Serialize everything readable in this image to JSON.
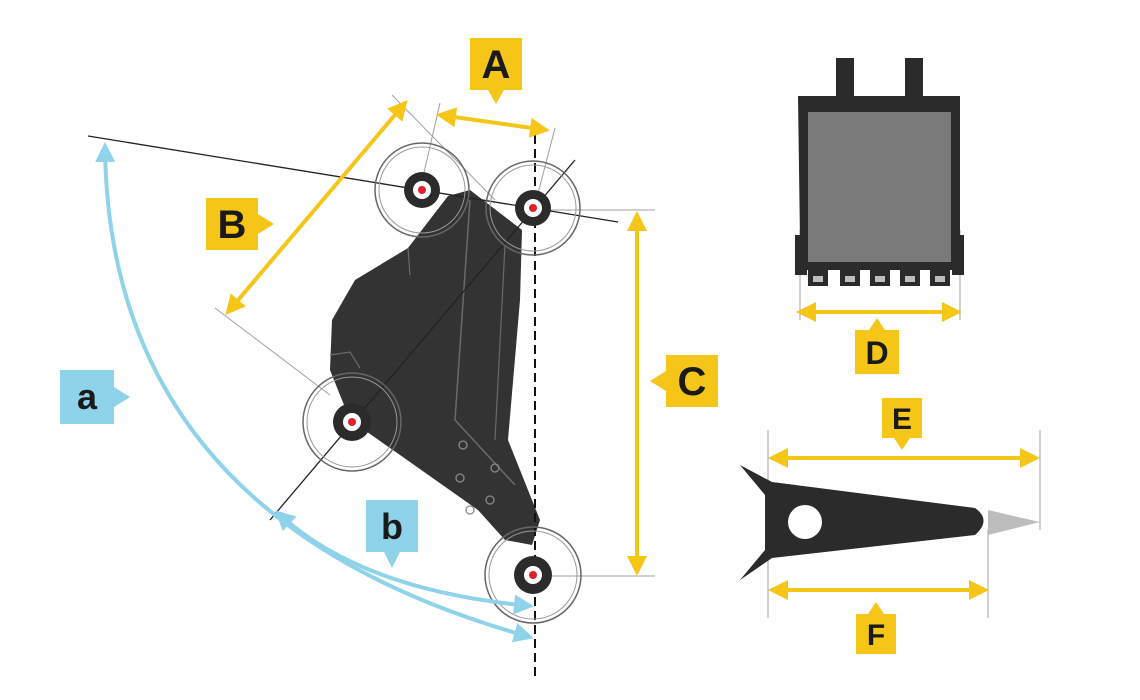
{
  "colors": {
    "yellow": "#F5C518",
    "blue": "#8FD3EA",
    "dark": "#2B2B2B",
    "dark_fill": "#333333",
    "plate": "#7A7A7A",
    "pin_red": "#E0202A",
    "line_grey": "#9A9A9A",
    "tip_grey": "#BDBDBD"
  },
  "labels": {
    "A": "A",
    "B": "B",
    "C": "C",
    "D": "D",
    "E": "E",
    "F": "F",
    "a": "a",
    "b": "b"
  }
}
